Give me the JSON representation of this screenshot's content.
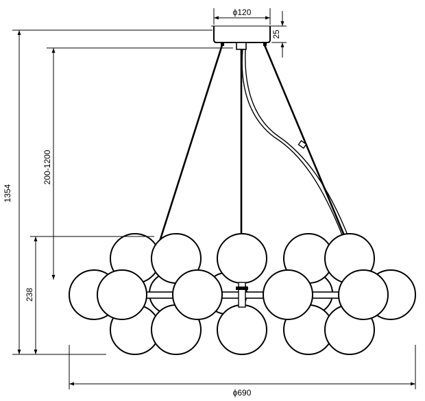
{
  "dimensions": {
    "canopy_diameter": "ϕ120",
    "canopy_height": "25",
    "drop_range": "200-1200",
    "total_height": "1354",
    "body_height": "238",
    "overall_diameter": "ϕ690"
  }
}
